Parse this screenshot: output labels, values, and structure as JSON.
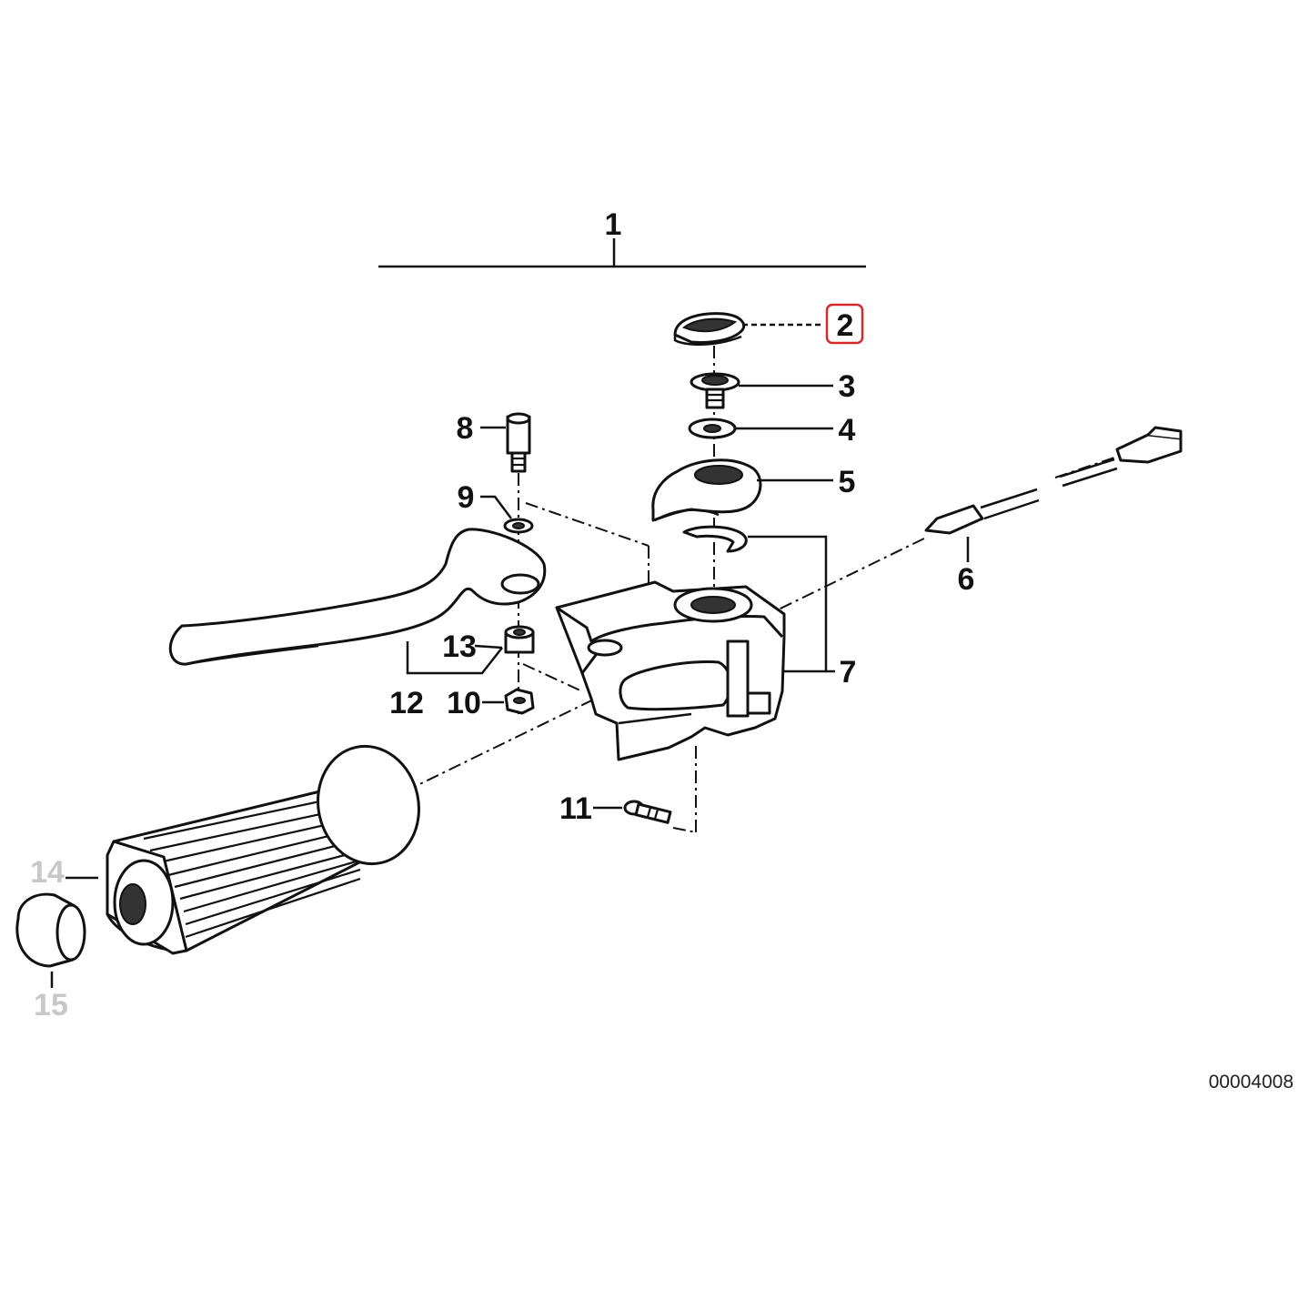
{
  "diagram": {
    "catalog_number": "00004008",
    "highlight_color": "#d62a2a",
    "highlighted_callout": "2",
    "callouts": {
      "c1": "1",
      "c2": "2",
      "c3": "3",
      "c4": "4",
      "c5": "5",
      "c6": "6",
      "c7": "7",
      "c8": "8",
      "c9": "9",
      "c10": "10",
      "c11": "11",
      "c12": "12",
      "c13": "13",
      "c14": "14",
      "c15": "15"
    }
  }
}
